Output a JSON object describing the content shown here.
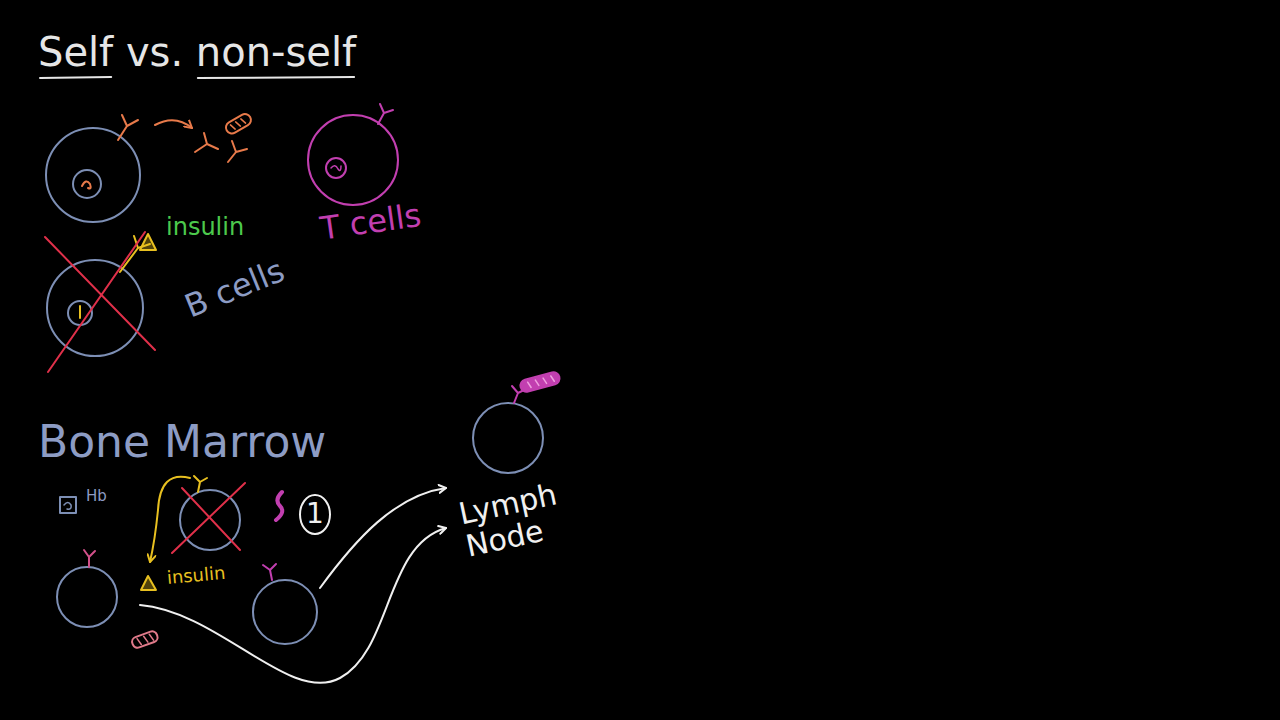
{
  "diagram": {
    "title": "Self vs. non-self",
    "labels": [
      "insulin",
      "T cells",
      "B cells",
      "Bone Marrow",
      "Hb",
      "insulin",
      "1",
      "Lymph Node"
    ]
  }
}
